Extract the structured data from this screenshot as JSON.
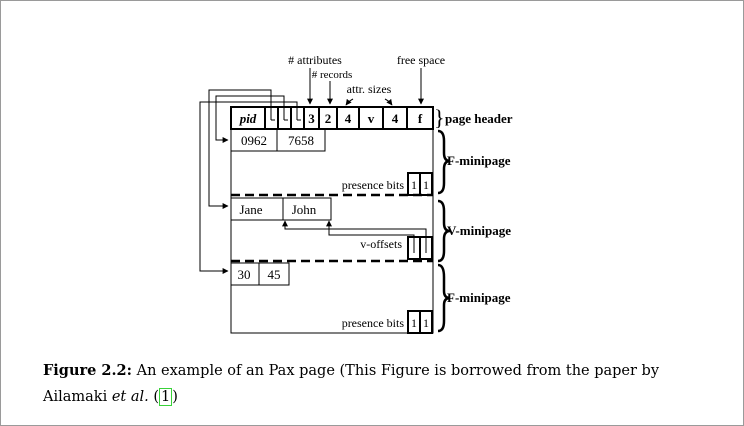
{
  "diagram": {
    "top_labels": {
      "attributes": "# attributes",
      "records": "# records",
      "free_space": "free space",
      "attr_sizes": "attr. sizes"
    },
    "header_cells": [
      "pid",
      "",
      "",
      "",
      "3",
      "2",
      "4",
      "v",
      "4",
      "f"
    ],
    "page_header_label": "page header",
    "f_minipage_1": {
      "values": [
        "0962",
        "7658"
      ],
      "presence_label": "presence bits",
      "bits": [
        "1",
        "1"
      ],
      "label": "F-minipage"
    },
    "v_minipage": {
      "values": [
        "Jane",
        "John"
      ],
      "offsets_label": "v-offsets",
      "label": "V-minipage"
    },
    "f_minipage_2": {
      "values": [
        "30",
        "45"
      ],
      "presence_label": "presence bits",
      "bits": [
        "1",
        "1"
      ],
      "label": "F-minipage"
    }
  },
  "caption": {
    "figure_label": "Figure 2.2:",
    "text": " An example of an Pax page (This Figure is borrowed from the paper by Ailamaki ",
    "etal": "et al.",
    "cite_open": " (",
    "cite": "1",
    "cite_close": ")"
  }
}
